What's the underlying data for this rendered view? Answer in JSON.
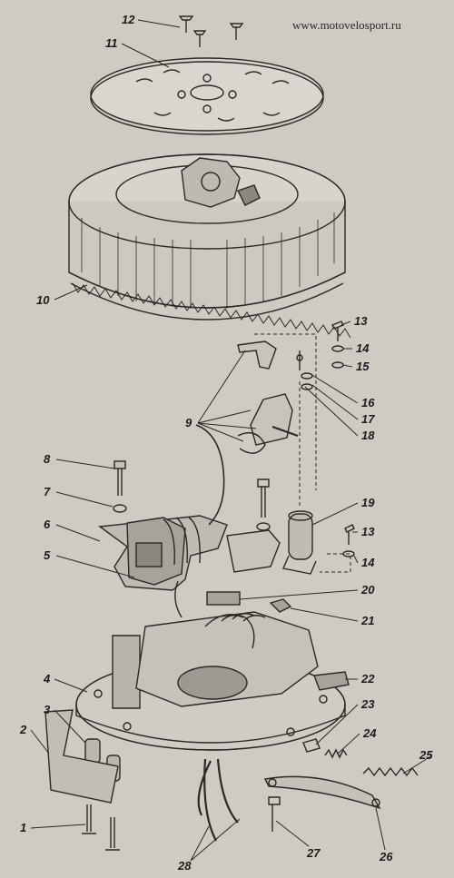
{
  "watermark": "www.motovelosport.ru",
  "callouts": [
    "1",
    "2",
    "3",
    "4",
    "5",
    "6",
    "7",
    "8",
    "9",
    "10",
    "11",
    "12",
    "13",
    "13",
    "14",
    "14",
    "15",
    "16",
    "17",
    "18",
    "19",
    "20",
    "21",
    "22",
    "23",
    "24",
    "25",
    "26",
    "27",
    "28"
  ]
}
